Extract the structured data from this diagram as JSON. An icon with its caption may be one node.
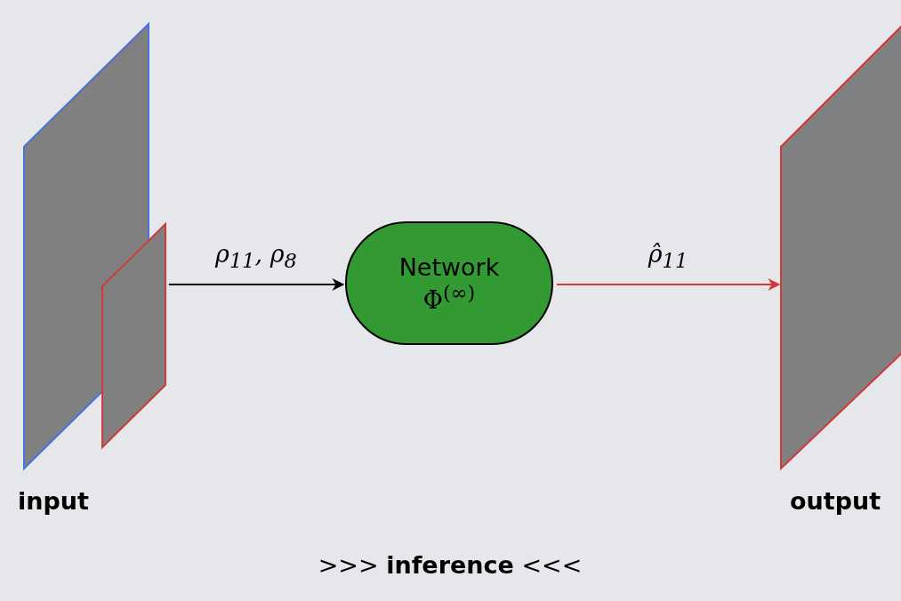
{
  "diagram": {
    "nodes": [
      {
        "text": [
          "input"
        ]
      },
      {
        "text": [],
        "shape": "parallelogram"
      },
      {
        "text": [
          "Network",
          "Φ$^{(∞)}$"
        ]
      },
      {
        "text": [
          "output"
        ]
      }
    ],
    "edges": [
      {
        "from": 1,
        "to": 2,
        "arrow": "to",
        "label": "ρ$_{11}$, ρ$_{8}$"
      },
      {
        "from": 2,
        "to": 3,
        "arrow": "to",
        "label": "ρ̂$_{11}$",
        "color": "#d03a3a"
      }
    ],
    "labels": [
      ">>> **inference** <<<"
    ]
  }
}
